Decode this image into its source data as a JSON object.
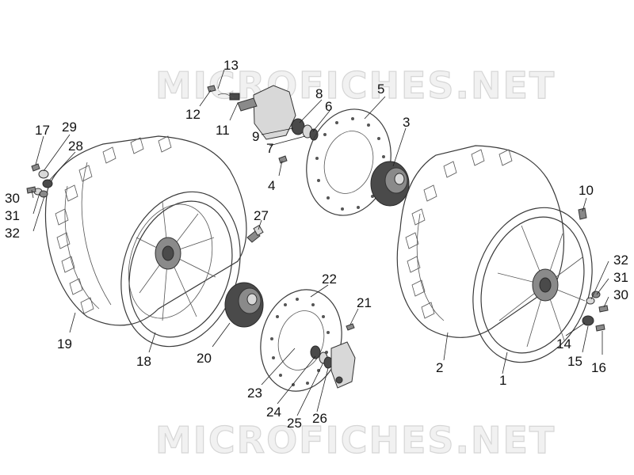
{
  "watermark": {
    "top": "MICROFICHES.NET",
    "bottom": "MICROFICHES.NET"
  },
  "callouts": [
    {
      "id": "c1",
      "text": "1"
    },
    {
      "id": "c2",
      "text": "2"
    },
    {
      "id": "c3",
      "text": "3"
    },
    {
      "id": "c4",
      "text": "4"
    },
    {
      "id": "c5",
      "text": "5"
    },
    {
      "id": "c6",
      "text": "6"
    },
    {
      "id": "c7",
      "text": "7"
    },
    {
      "id": "c8",
      "text": "8"
    },
    {
      "id": "c9",
      "text": "9"
    },
    {
      "id": "c10",
      "text": "10"
    },
    {
      "id": "c11",
      "text": "11"
    },
    {
      "id": "c12",
      "text": "12"
    },
    {
      "id": "c13",
      "text": "13"
    },
    {
      "id": "c14",
      "text": "14"
    },
    {
      "id": "c15",
      "text": "15"
    },
    {
      "id": "c16",
      "text": "16"
    },
    {
      "id": "c17",
      "text": "17"
    },
    {
      "id": "c18",
      "text": "18"
    },
    {
      "id": "c19",
      "text": "19"
    },
    {
      "id": "c20",
      "text": "20"
    },
    {
      "id": "c21",
      "text": "21"
    },
    {
      "id": "c22",
      "text": "22"
    },
    {
      "id": "c23",
      "text": "23"
    },
    {
      "id": "c24",
      "text": "24"
    },
    {
      "id": "c25",
      "text": "25"
    },
    {
      "id": "c26",
      "text": "26"
    },
    {
      "id": "c27",
      "text": "27"
    },
    {
      "id": "c28",
      "text": "28"
    },
    {
      "id": "c29",
      "text": "29"
    },
    {
      "id": "c30a",
      "text": "30"
    },
    {
      "id": "c31a",
      "text": "31"
    },
    {
      "id": "c32a",
      "text": "32"
    },
    {
      "id": "c30b",
      "text": "30"
    },
    {
      "id": "c31b",
      "text": "31"
    },
    {
      "id": "c32b",
      "text": "32"
    }
  ]
}
